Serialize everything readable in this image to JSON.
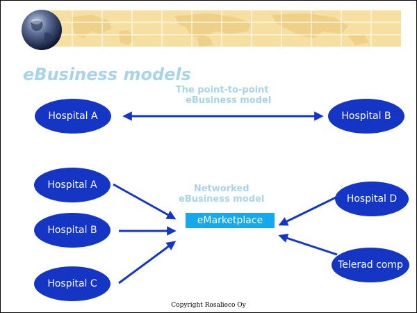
{
  "slide": {
    "title": "eBusiness models",
    "p2p_label_line1": "The point-to-point",
    "p2p_label_line2": "eBusiness model",
    "net_label_line1": "Networked",
    "net_label_line2": "eBusiness model",
    "p2p_left": "Hospital A",
    "p2p_right": "Hospital B",
    "network_left": [
      "Hospital A",
      "Hospital B",
      "Hospital C"
    ],
    "network_right": [
      "Hospital D",
      "Telerad comp"
    ],
    "hub": "eMarketplace",
    "copyright": "Copyright Rosalieco Oy"
  },
  "colors": {
    "node_fill": "#1535c4",
    "hub_fill": "#14a8ec",
    "label_text": "#a9d4e8",
    "banner": "#f6dfa0",
    "banner_grid": "#ffffff"
  },
  "icons": [
    "globe-icon",
    "world-map-banner"
  ]
}
